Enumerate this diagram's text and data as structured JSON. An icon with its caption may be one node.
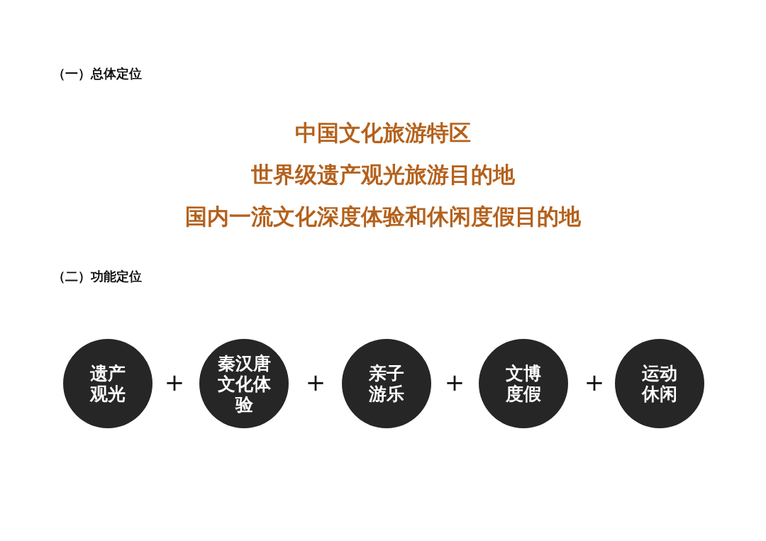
{
  "diagram": {
    "nodes": [
      {
        "text": [
          "遗产观光"
        ]
      },
      {
        "text": [
          "秦汉唐文化体验"
        ]
      },
      {
        "text": [
          "亲子游乐"
        ]
      },
      {
        "text": [
          "文博度假"
        ]
      },
      {
        "text": [
          "运动休闲"
        ]
      }
    ],
    "labels": [
      "（一）总体定位",
      "中国文化旅游特区",
      "世界级遗产观光旅游目的地",
      "国内一流文化深度体验和休闲度假目的地",
      "（二）功能定位",
      "+",
      "+",
      "+",
      "+"
    ]
  }
}
